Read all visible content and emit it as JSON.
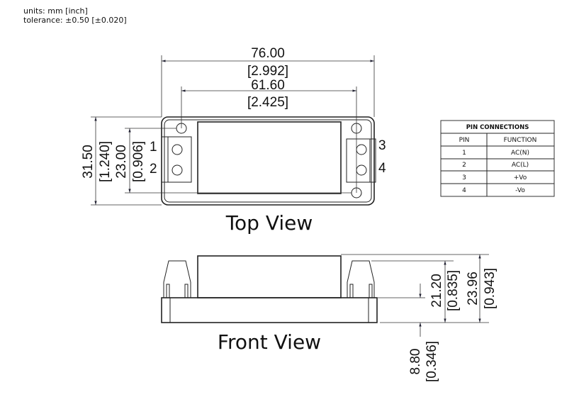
{
  "notes": {
    "units": "units: mm [inch]",
    "tolerance": "tolerance: ±0.50 [±0.020]"
  },
  "dimensions": {
    "overall_length": {
      "mm": "76.00",
      "inch": "[2.992]"
    },
    "hole_spacing_length": {
      "mm": "61.60",
      "inch": "[2.425]"
    },
    "overall_width": {
      "mm": "31.50",
      "inch": "[1.240]"
    },
    "hole_spacing_width": {
      "mm": "23.00",
      "inch": "[0.906]"
    },
    "terminal_height": {
      "mm": "21.20",
      "inch": "[0.835]"
    },
    "overall_height": {
      "mm": "23.96",
      "inch": "[0.943]"
    },
    "base_height": {
      "mm": "8.80",
      "inch": "[0.346]"
    }
  },
  "pin_labels": [
    "1",
    "2",
    "3",
    "4"
  ],
  "views": {
    "top": "Top View",
    "front": "Front View"
  },
  "pin_table": {
    "title": "PIN CONNECTIONS",
    "headers": [
      "PIN",
      "FUNCTION"
    ],
    "rows": [
      [
        "1",
        "AC(N)"
      ],
      [
        "2",
        "AC(L)"
      ],
      [
        "3",
        "+Vo"
      ],
      [
        "4",
        "-Vo"
      ]
    ]
  }
}
